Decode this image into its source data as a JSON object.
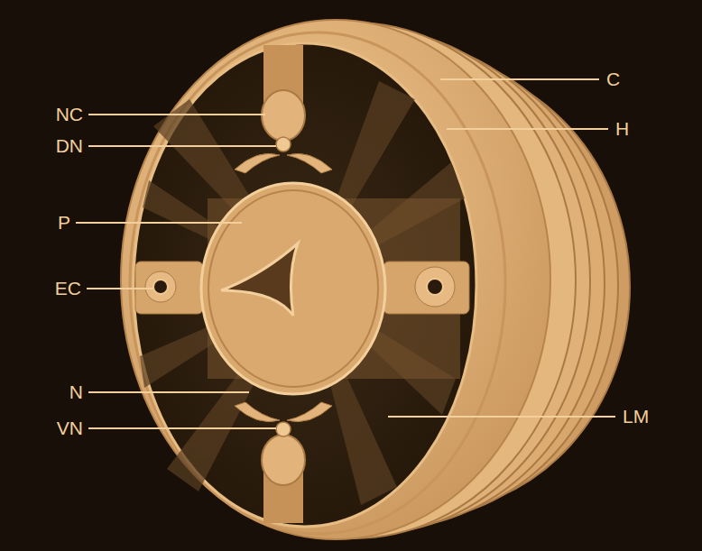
{
  "diagram": {
    "labels": [
      "C",
      "H",
      "NC",
      "DN",
      "P",
      "EC",
      "N",
      "VN",
      "LM"
    ]
  }
}
